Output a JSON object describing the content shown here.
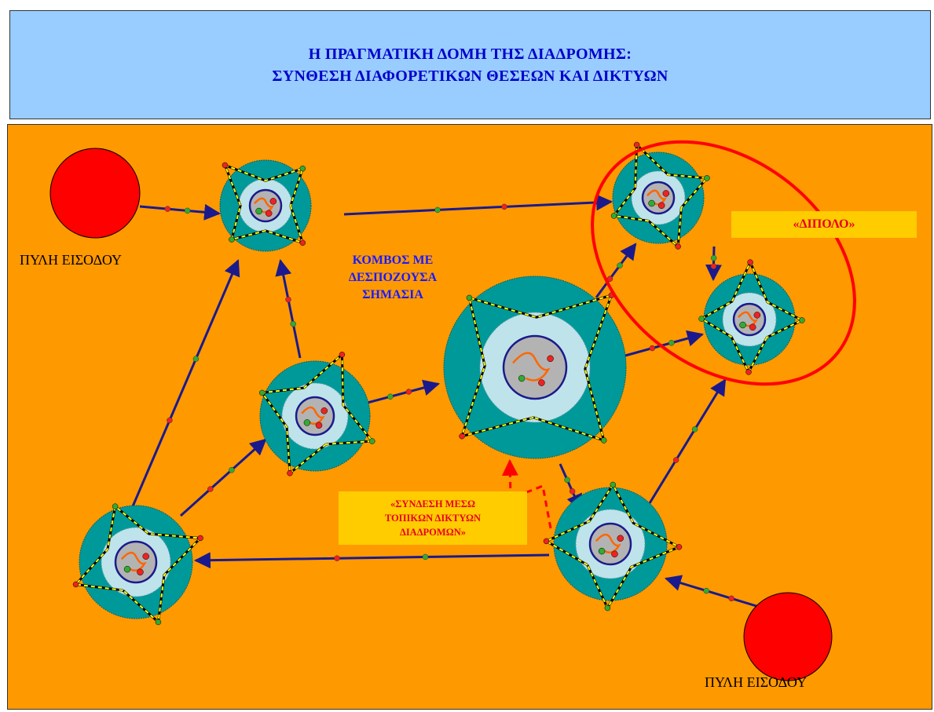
{
  "header": {
    "title_line1": "Η ΠΡΑΓΜΑΤΙΚΗ ΔΟΜΗ ΤΗΣ ΔΙΑΔΡΟΜΗΣ:",
    "title_line2": "ΣΥΝΘΕΣΗ ΔΙΑΦΟΡΕΤΙΚΩΝ ΘΕΣΕΩΝ ΚΑΙ ΔΙΚΤΥΩΝ"
  },
  "labels": {
    "gate_left": "ΠΥΛΗ ΕΙΣΟΔΟΥ",
    "gate_right": "ΠΥΛΗ ΕΙΣΟΔΟΥ",
    "dominant_node": [
      "ΚΟΜΒΟΣ ΜΕ",
      "ΔΕΣΠΟΖΟΥΣΑ",
      "ΣΗΜΑΣΙΑ"
    ],
    "dipole": "«ΔΙΠΟΛΟ»",
    "local_link": [
      "«ΣΥΝΔΕΣΗ ΜΕΣΩ",
      "ΤΟΠΙΚΩΝ ΔΙΚΤΥΩΝ",
      "ΔΙΑΔΡΟΜΩΝ»"
    ]
  },
  "colors": {
    "background": "#ff9900",
    "header_bg": "#99ccff",
    "title": "#0000cc",
    "gate": "#ff0000",
    "node_outer": "#009999",
    "node_middle": "#bfe3ea",
    "node_core": "#b3b3b3",
    "arrow": "#1a1a8c",
    "local_path": "#ff6600",
    "dashed_link": "#ff0000",
    "callout_bg": "#ffcc00",
    "callout_text": "#e8001c"
  },
  "icons": {
    "gate": "red-circle",
    "node": "concentric-circle-node",
    "connection": "arrow"
  }
}
